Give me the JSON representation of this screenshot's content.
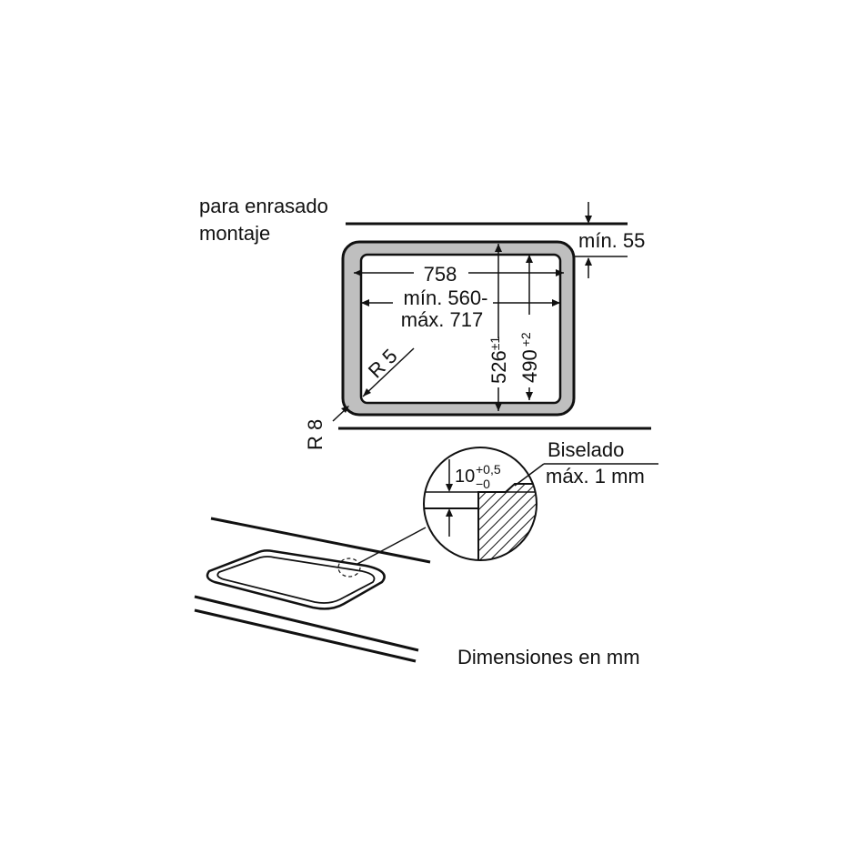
{
  "title": "",
  "labels": {
    "flush_line1": "para enrasado",
    "flush_line2": "montaje",
    "min_gap": "mín. 55",
    "width": "758",
    "cutout_width_line1": "mín. 560-",
    "cutout_width_line2": "máx. 717",
    "radius_inner": "R 5",
    "depth_outer_value": "526",
    "depth_outer_tol": "±1",
    "depth_inner_value": "490",
    "depth_inner_tol": "+2",
    "radius_outer": "R 8",
    "bevel_title": "Biselado",
    "bevel_max": "máx. 1 mm",
    "step_value": "10",
    "step_tol_upper": "+0,5",
    "step_tol_lower": "−0",
    "units": "Dimensiones en mm"
  },
  "colors": {
    "line": "#111111",
    "recess_fill": "#bfbfbf",
    "background": "#ffffff"
  }
}
